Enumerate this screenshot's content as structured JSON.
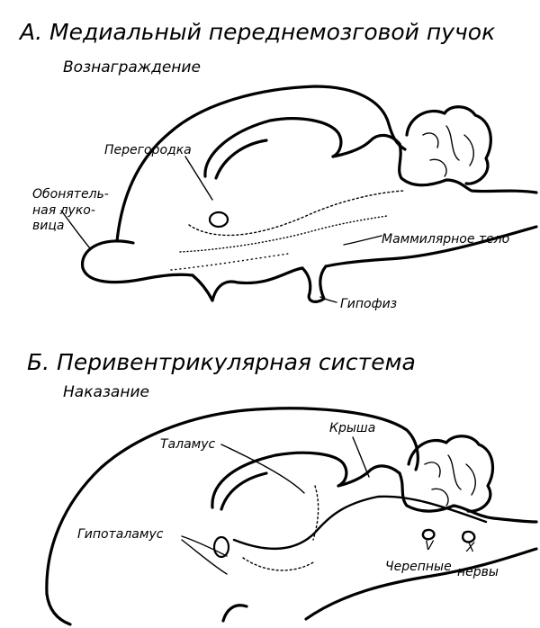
{
  "panel_a": {
    "title": "А. Медиальный переднемозговой пучок",
    "subtitle": "Вознаграждение",
    "labels": {
      "septum": "Перегородка",
      "olfactory_1": "Обонятель-",
      "olfactory_2": "ная луко-",
      "olfactory_3": "вица",
      "mammillary": "Маммилярное тело",
      "pituitary": "Гипофиз"
    }
  },
  "panel_b": {
    "title": "Б. Перивентрикулярная система",
    "subtitle": "Наказание",
    "labels": {
      "thalamus": "Таламус",
      "tectum": "Крыша",
      "hypothalamus": "Гипоталамус",
      "cranial": "Черепные",
      "nerves": "нервы",
      "nerve_v": "V",
      "nerve_x": "X"
    }
  },
  "colors": {
    "ink": "#000000",
    "paper": "#ffffff"
  }
}
